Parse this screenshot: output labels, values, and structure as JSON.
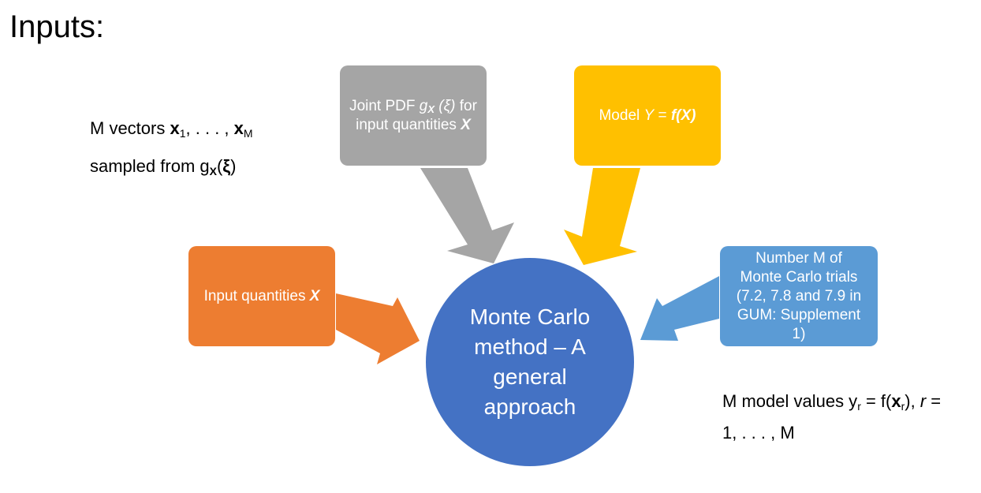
{
  "heading": "Inputs:",
  "colors": {
    "gray": "#A5A5A5",
    "gold": "#FFC000",
    "orange": "#ED7D31",
    "blue_light": "#5B9BD5",
    "blue_dark": "#4472C4",
    "text": "#000000",
    "box_text": "#FFFFFF"
  },
  "samples_note": {
    "line1_prefix": "M vectors ",
    "x": "x",
    "sub1": "1",
    "dots": ", . . . , ",
    "subM": "M",
    "line2_prefix": "sampled from g",
    "gsub": "X",
    "paren_open": "(",
    "xi": "ξ",
    "paren_close": ")"
  },
  "model_values_note": {
    "prefix": "M model values y",
    "sub_r": "r",
    "eq": " = f(",
    "x": "x",
    "sub_r2": "r",
    "close": "), ",
    "r": "r",
    "eq2": " =",
    "line2": "1, . . . , M"
  },
  "boxes": {
    "joint_pdf": {
      "prefix": "Joint PDF ",
      "g": "g",
      "gsub": "X",
      "xi": " (ξ)",
      "suffix": " for",
      "line2_prefix": "input quantities ",
      "X": "X"
    },
    "model": {
      "prefix": "Model ",
      "Y": "Y",
      "eq": " = ",
      "f": "f(X)"
    },
    "input_quantities": {
      "prefix": "Input quantities ",
      "X": "X"
    },
    "number_trials": {
      "lines": [
        "Number M of",
        "Monte Carlo trials",
        "(7.2, 7.8 and 7.9 in",
        "GUM: Supplement",
        "1)"
      ]
    }
  },
  "center": {
    "lines": [
      "Monte Carlo",
      "method – A",
      "general",
      "approach"
    ]
  },
  "icons": {
    "arrow_gray": "arrow-down-right-icon",
    "arrow_gold": "arrow-down-left-icon",
    "arrow_orange": "arrow-right-icon",
    "arrow_blue": "arrow-left-icon"
  }
}
